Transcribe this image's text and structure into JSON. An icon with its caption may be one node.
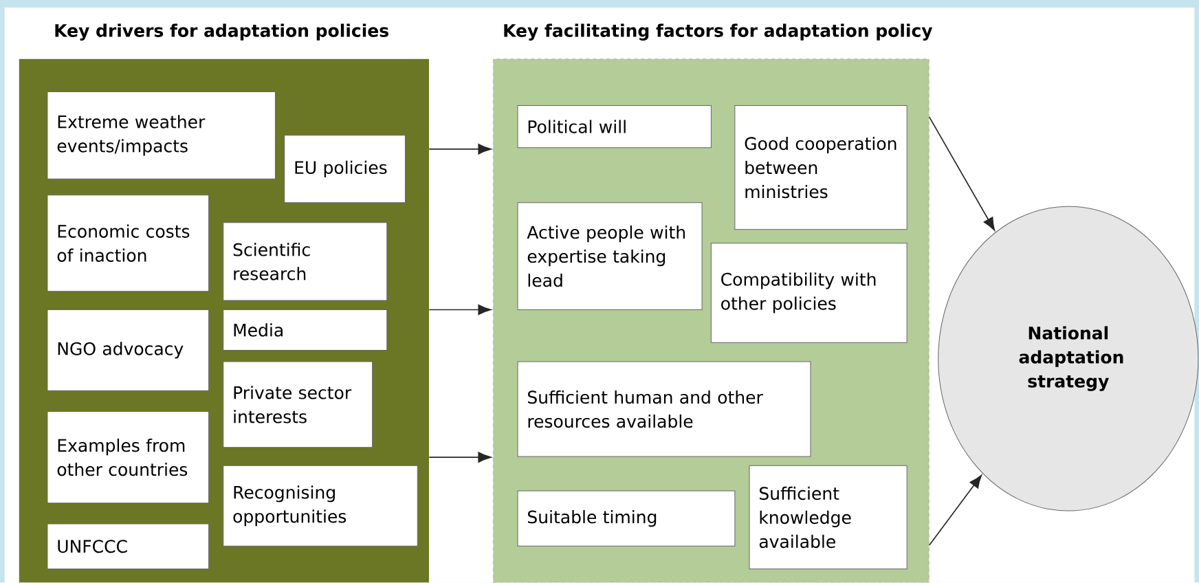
{
  "diagram": {
    "nodes": [
      {
        "text": [
          "Key drivers for adaptation policies"
        ]
      },
      {
        "text": [
          "Extreme weather events/impacts"
        ],
        "in": 0
      },
      {
        "text": [
          "EU policies"
        ],
        "in": 0
      },
      {
        "text": [
          "Economic costs of inaction"
        ],
        "in": 0
      },
      {
        "text": [
          "Scientific research"
        ],
        "in": 0
      },
      {
        "text": [
          "NGO advocacy"
        ],
        "in": 0
      },
      {
        "text": [
          "Media"
        ],
        "in": 0
      },
      {
        "text": [
          "Private sector interests"
        ],
        "in": 0
      },
      {
        "text": [
          "Examples from other countries"
        ],
        "in": 0
      },
      {
        "text": [
          "Recognising opportunities"
        ],
        "in": 0
      },
      {
        "text": [
          "UNFCCC"
        ],
        "in": 0
      },
      {
        "text": [
          "Key facilitating factors for adaptation policy"
        ]
      },
      {
        "text": [
          "Political will"
        ],
        "in": 11
      },
      {
        "text": [
          "Good cooperation between ministries"
        ],
        "in": 11
      },
      {
        "text": [
          "Active people with expertise taking lead"
        ],
        "in": 11
      },
      {
        "text": [
          "Compatibility with other policies"
        ],
        "in": 11
      },
      {
        "text": [
          "Sufficient human and other resources available"
        ],
        "in": 11
      },
      {
        "text": [
          "Suitable timing"
        ],
        "in": 11
      },
      {
        "text": [
          "Sufficient knowledge available"
        ],
        "in": 11
      },
      {
        "text": [
          "National adaptation strategy"
        ]
      }
    ],
    "edges": [
      {
        "from": 0,
        "to": 11,
        "arrow": "to"
      },
      {
        "from": 0,
        "to": 11,
        "arrow": "to"
      },
      {
        "from": 0,
        "to": 11,
        "arrow": "to"
      },
      {
        "from": 11,
        "to": 19,
        "arrow": "to"
      },
      {
        "from": 11,
        "to": 19,
        "arrow": "to"
      }
    ]
  }
}
